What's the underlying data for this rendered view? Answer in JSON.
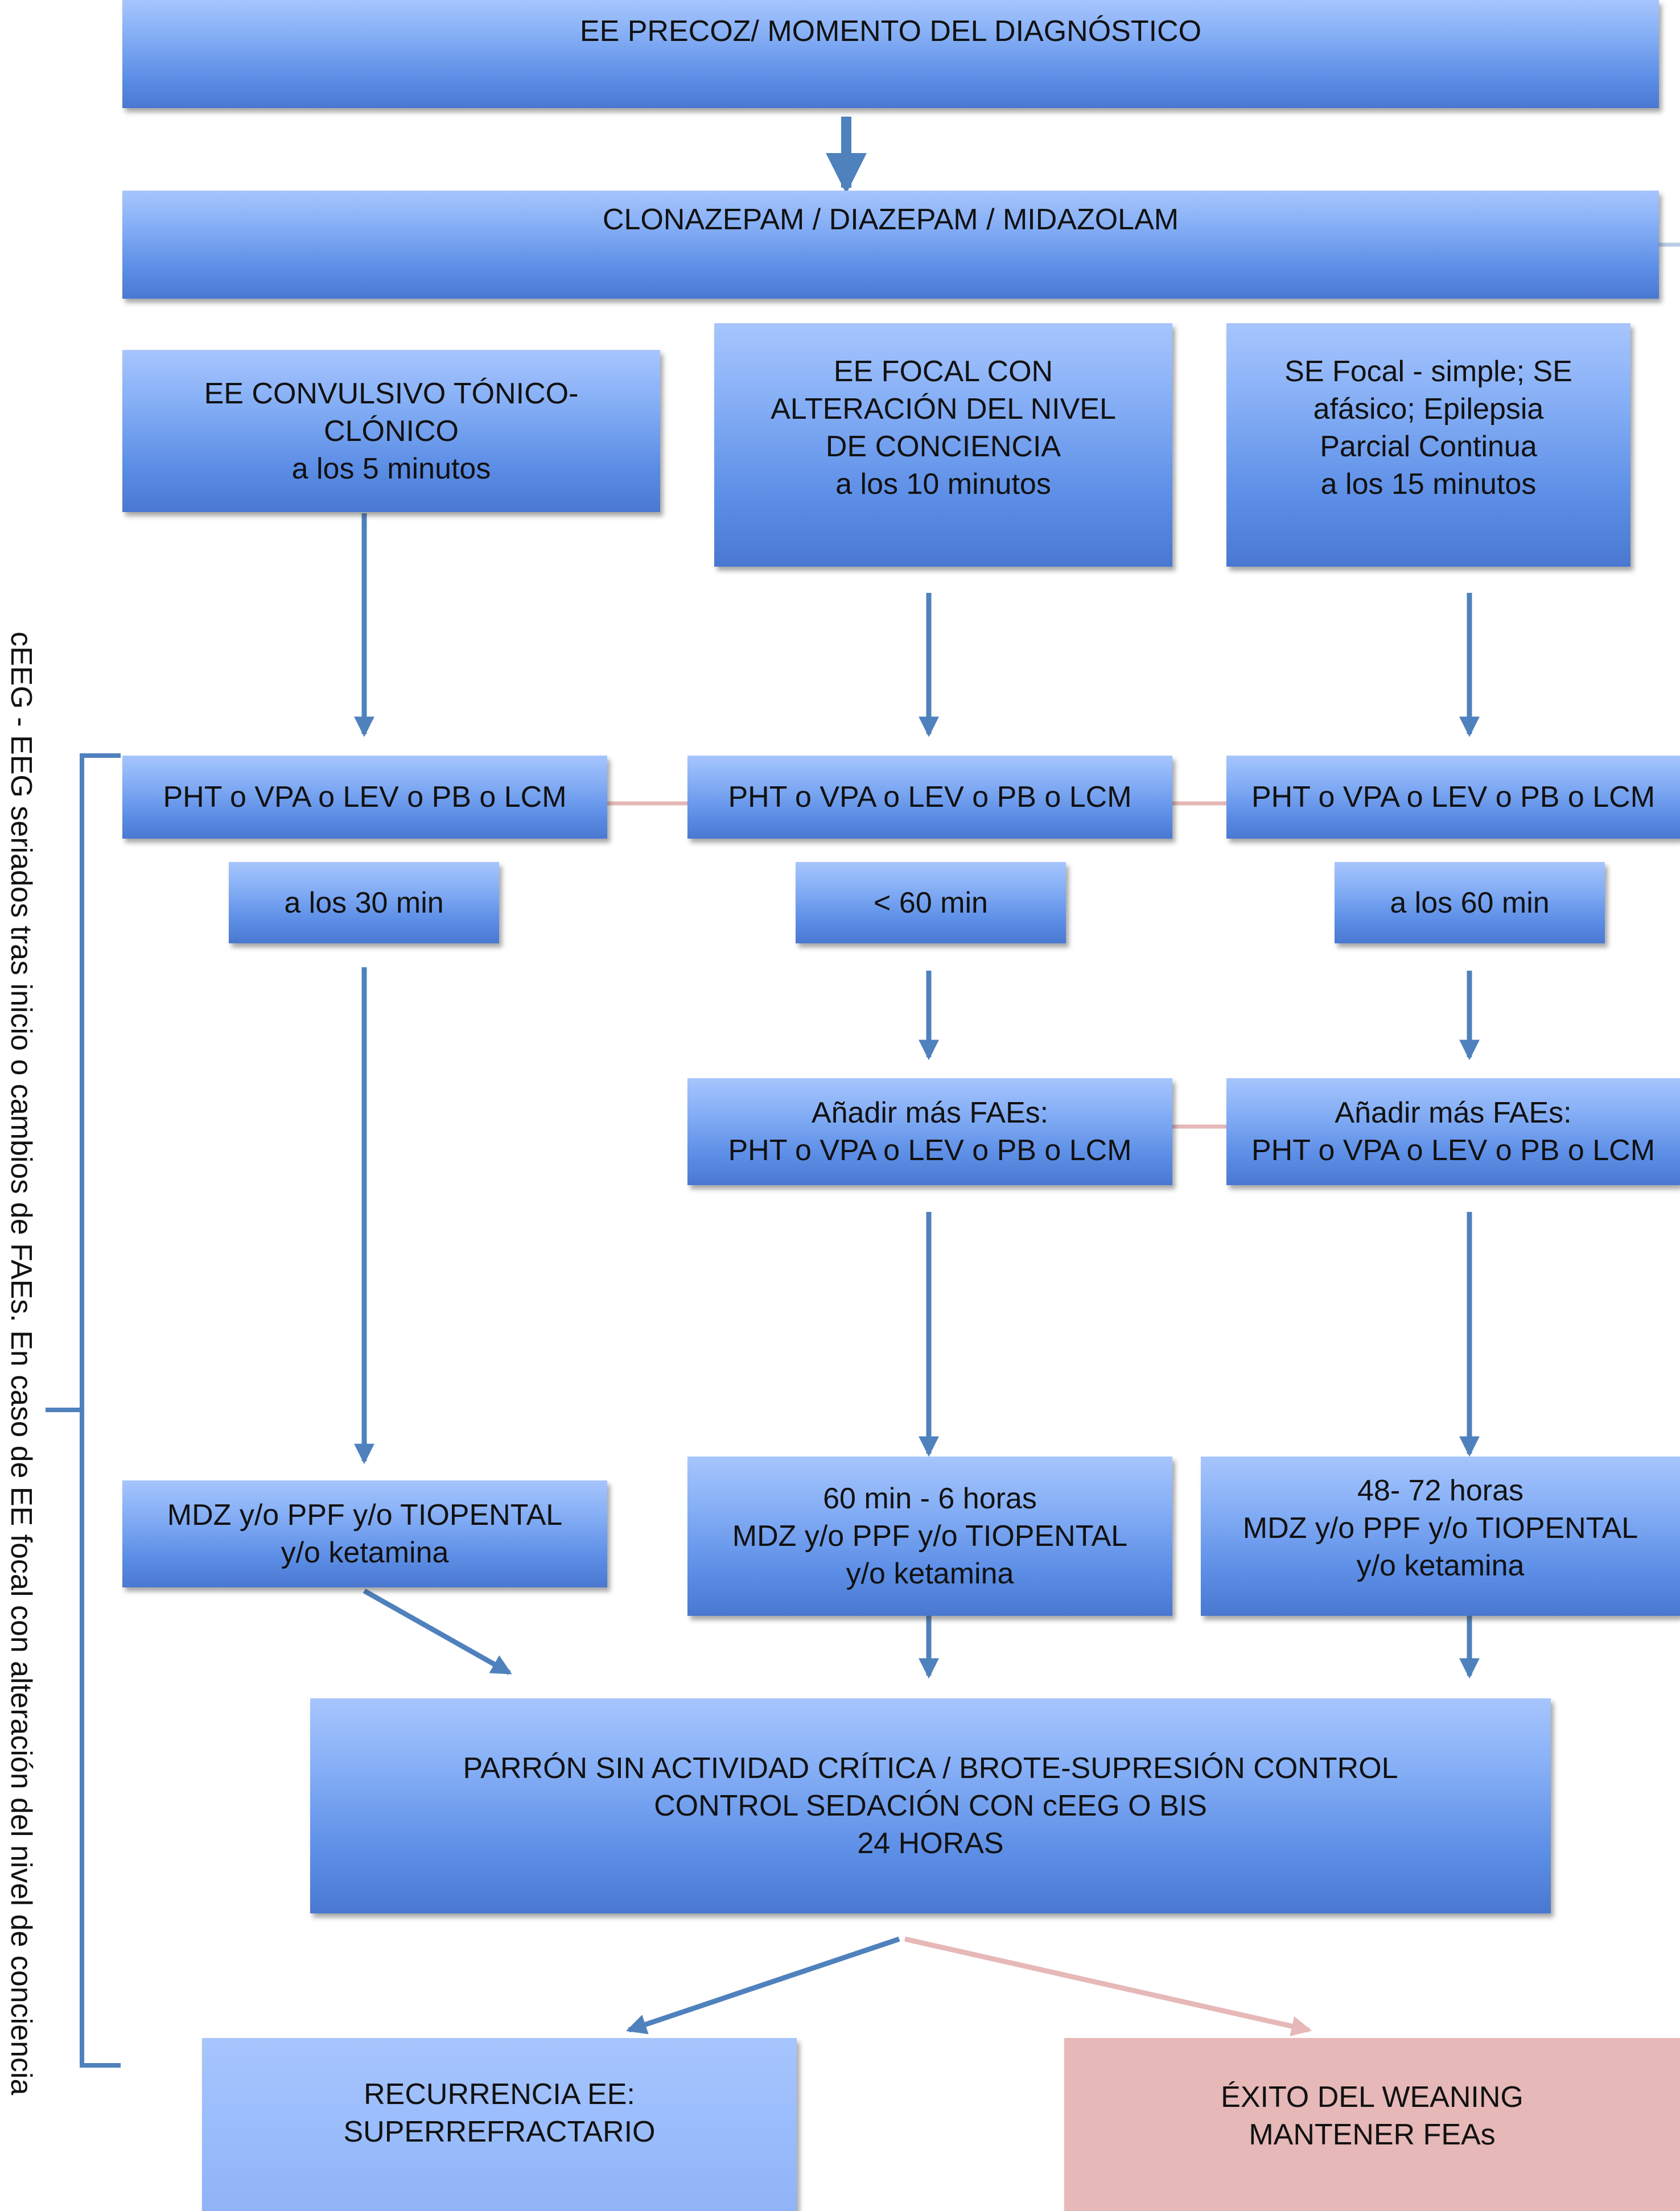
{
  "boxes": {
    "inicio": [
      "EE PRECOZ/ MOMENTO DEL DIAGNÓSTICO"
    ],
    "benzodiacepinas": [
      "CLONAZEPAM / DIAZEPAM / MIDAZOLAM"
    ],
    "convulsivo": [
      "EE CONVULSIVO TÓNICO-",
      "CLÓNICO",
      "a los 5 minutos"
    ],
    "focal_conciencia": [
      "EE FOCAL CON",
      "ALTERACIÓN DEL NIVEL",
      "DE CONCIENCIA",
      "a los 10 minutos"
    ],
    "focal_simple": [
      "SE Focal - simple; SE",
      "afásico; Epilepsia",
      "Parcial Continua",
      "a los 15 minutos"
    ],
    "fae_1": [
      "PHT o VPA o LEV o PB o LCM"
    ],
    "fae_2": [
      "PHT o VPA o LEV o PB o LCM"
    ],
    "fae_3": [
      "PHT o VPA o LEV o PB o LCM"
    ],
    "tiempo_1": [
      "a los 30 min"
    ],
    "tiempo_2": [
      "< 60 min"
    ],
    "tiempo_3": [
      "a los 60 min"
    ],
    "anadir_2": [
      "Añadir más FAEs:",
      "PHT o VPA o LEV o PB o LCM"
    ],
    "anadir_3": [
      "Añadir más FAEs:",
      "PHT o VPA o LEV o PB o LCM"
    ],
    "anestesia_1": [
      "MDZ y/o PPF y/o TIOPENTAL",
      "y/o ketamina"
    ],
    "anestesia_2": [
      "60 min - 6 horas",
      "MDZ y/o PPF y/o TIOPENTAL",
      "y/o ketamina"
    ],
    "anestesia_3": [
      "48- 72 horas",
      "MDZ y/o PPF y/o TIOPENTAL",
      "y/o ketamina"
    ],
    "patron": [
      "PARRÓN SIN ACTIVIDAD CRÍTICA / BROTE-SUPRESIÓN CONTROL",
      "CONTROL SEDACIÓN CON cEEG O BIS",
      "24 HORAS"
    ],
    "recurrencia": [
      "RECURRENCIA EE:",
      "SUPERREFRACTARIO"
    ],
    "exito": [
      "ÉXITO DEL WEANING",
      "MANTENER FEAs"
    ]
  },
  "side_note": "cEEG - EEG seriados tras inicio o cambios de FAEs. En caso de EE focal con alteración del nivel de conciencia",
  "colors": {
    "arrow_blue": "#4f81bd",
    "connector_pink": "#e6b8b7",
    "box_pink": "#e6b8b7",
    "bracket": "#4f81bd"
  }
}
